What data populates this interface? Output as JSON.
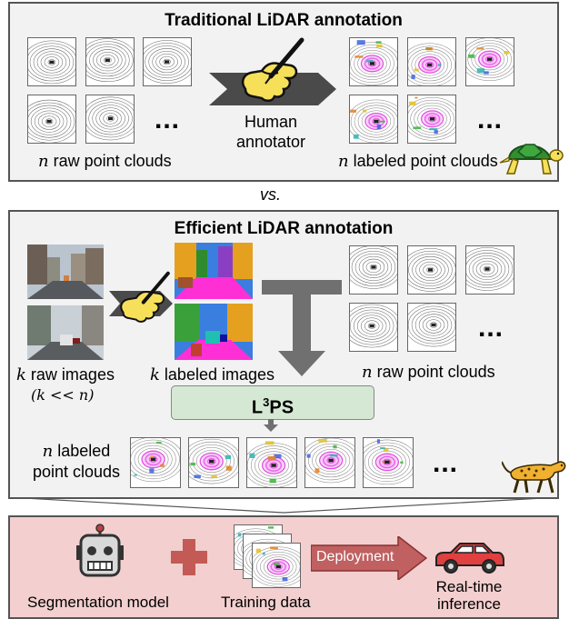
{
  "traditional": {
    "title": "Traditional LiDAR annotation",
    "annotator_line1": "Human",
    "annotator_line2": "annotator",
    "raw_label_var": "n",
    "raw_label_text": " raw point clouds",
    "labeled_label_var": "n",
    "labeled_label_text": " labeled point clouds",
    "ellipsis": "...",
    "animal_icon": "turtle-icon"
  },
  "vs_text": "vs.",
  "efficient": {
    "title": "Efficient LiDAR annotation",
    "raw_images_var": "k",
    "raw_images_text": " raw images",
    "constraint": "(k << n)",
    "labeled_images_var": "k",
    "labeled_images_text": " labeled images",
    "raw_pc_var": "n",
    "raw_pc_text": " raw point clouds",
    "method_name": "L",
    "method_sup": "3",
    "method_suffix": "PS",
    "labeled_pc_var": "n",
    "labeled_pc_line1": " labeled",
    "labeled_pc_line2": "point clouds",
    "ellipsis": "...",
    "animal_icon": "cheetah-icon"
  },
  "bottom": {
    "segmentation_label": "Segmentation model",
    "training_label": "Training data",
    "deployment_label": "Deployment",
    "inference_line1": "Real-time",
    "inference_line2": "inference",
    "icons": [
      "robot-icon",
      "plus-icon",
      "car-icon"
    ]
  },
  "colors": {
    "bottom_panel_bg": "#f3cfcf",
    "method_box_bg": "#d5e8d4",
    "deployment_arrow": "#c06060",
    "plus_sign": "#c35a55",
    "car": "#e04040",
    "hand": "#f6e05a"
  }
}
